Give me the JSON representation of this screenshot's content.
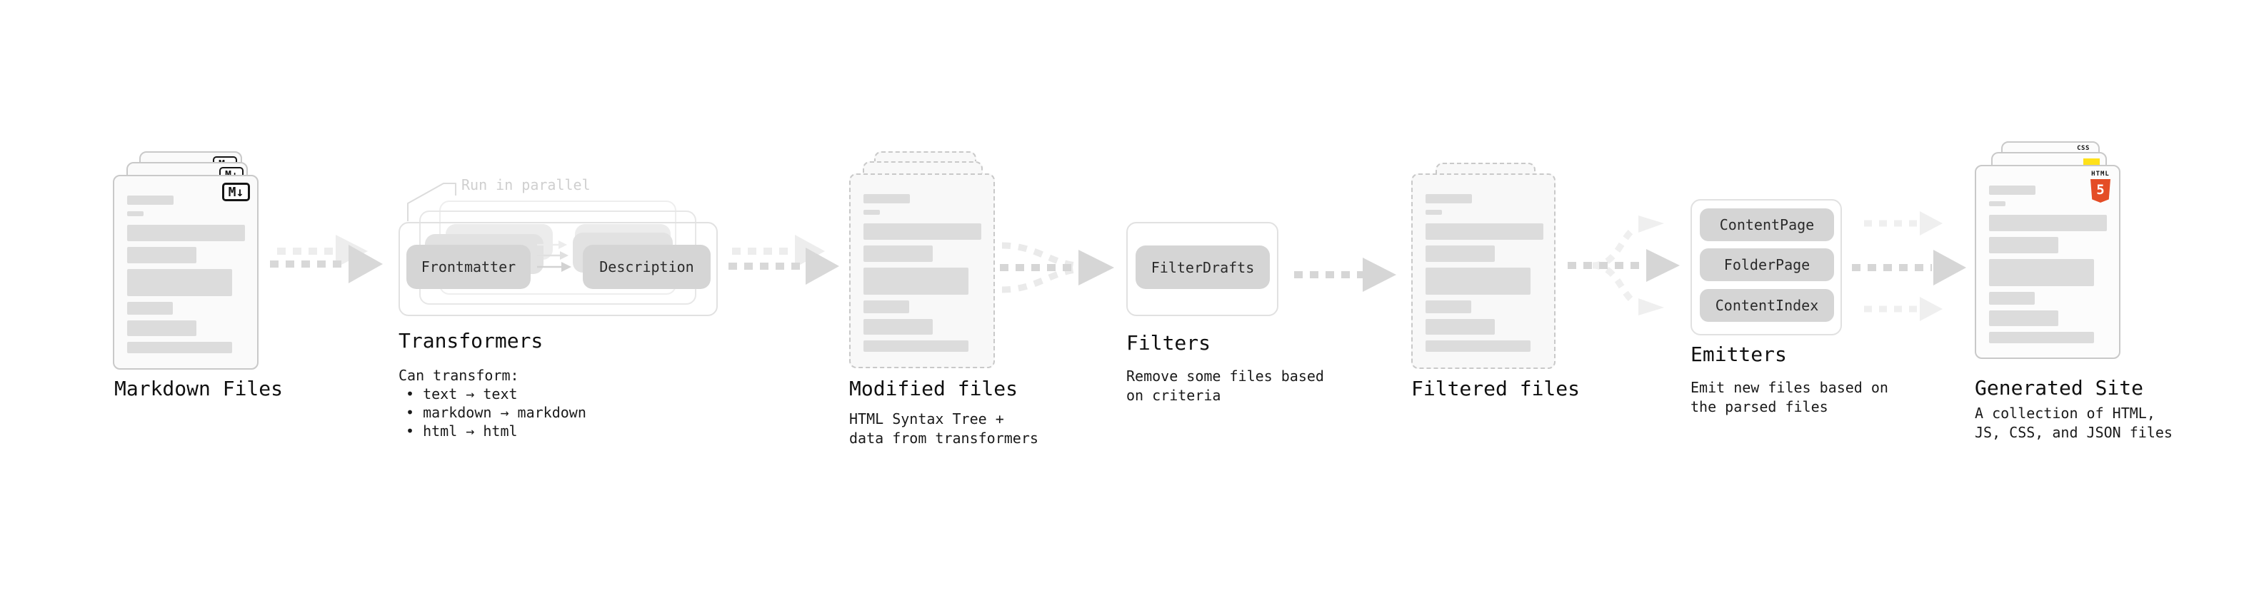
{
  "markdown_files": {
    "label": "Markdown Files",
    "badge": "M↓"
  },
  "transformers": {
    "annotation": "Run in parallel",
    "pill_left": "Frontmatter",
    "pill_right": "Description",
    "label": "Transformers",
    "desc": "Can transform:",
    "bullets": [
      "• text → text",
      "• markdown → markdown",
      "• html → html"
    ]
  },
  "modified_files": {
    "label": "Modified files",
    "desc_lines": [
      "HTML Syntax Tree +",
      "data from transformers"
    ]
  },
  "filters": {
    "pill": "FilterDrafts",
    "label": "Filters",
    "desc_lines": [
      "Remove some files based",
      "on criteria"
    ]
  },
  "filtered_files": {
    "label": "Filtered files"
  },
  "emitters": {
    "pills": [
      "ContentPage",
      "FolderPage",
      "ContentIndex"
    ],
    "label": "Emitters",
    "desc_lines": [
      "Emit new files based on",
      "the parsed files"
    ]
  },
  "generated_site": {
    "label": "Generated Site",
    "desc_lines": [
      "A collection of HTML,",
      "JS, CSS, and JSON files"
    ],
    "html_badge_label": "HTML",
    "html_badge_number": "5",
    "css_badge_label": "CSS"
  },
  "colors": {
    "html5_orange": "#e44d26",
    "css_blue": "#2760e6",
    "js_yellow": "#ffe11a"
  }
}
